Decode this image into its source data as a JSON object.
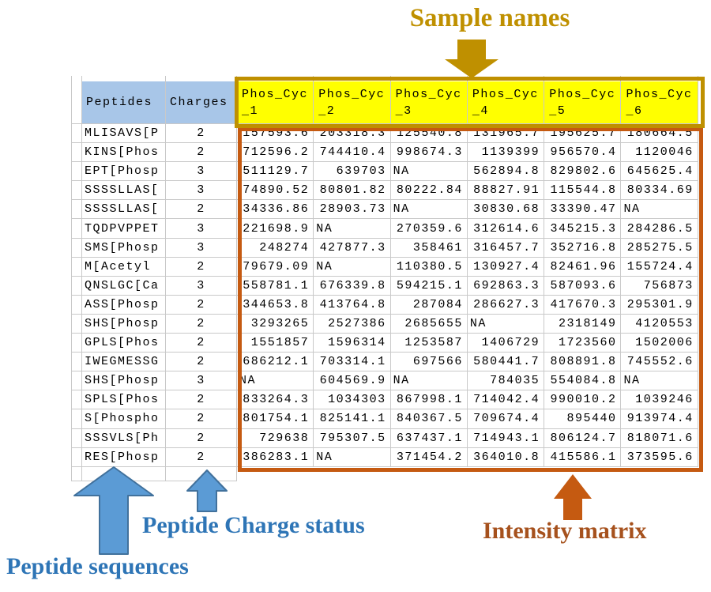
{
  "annotations": {
    "sample_names": "Sample names",
    "peptide_sequences": "Peptide sequences",
    "peptide_charge_status": "Peptide Charge status",
    "intensity_matrix": "Intensity matrix"
  },
  "colors": {
    "gold": "#BF9000",
    "red_orange": "#C55A11",
    "blue_text": "#2E75B6",
    "blue_arrow_fill": "#5B9BD5",
    "blue_arrow_border": "#41719C",
    "header_blue": "#A8C6E8",
    "header_yellow": "#FFFF00",
    "intensity_label_text": "#A6511D"
  },
  "table": {
    "columns": {
      "peptides": "Peptides",
      "charges": "Charges"
    },
    "sample_headers": [
      {
        "line1": "Phos_Cyc",
        "line2": "_1"
      },
      {
        "line1": "Phos_Cyc",
        "line2": "_2"
      },
      {
        "line1": "Phos_Cyc",
        "line2": "_3"
      },
      {
        "line1": "Phos_Cyc",
        "line2": "_4"
      },
      {
        "line1": "Phos_Cyc",
        "line2": "_5"
      },
      {
        "line1": "Phos_Cyc",
        "line2": "_6"
      }
    ],
    "rows": [
      {
        "peptide": "MLISAVS[P",
        "charge": "2",
        "values": [
          "157593.6",
          "203318.3",
          "125540.8",
          "131965.7",
          "195625.7",
          "180664.5"
        ]
      },
      {
        "peptide": "KINS[Phos",
        "charge": "2",
        "values": [
          "712596.2",
          "744410.4",
          "998674.3",
          "1139399",
          "956570.4",
          "1120046"
        ]
      },
      {
        "peptide": "EPT[Phosp",
        "charge": "3",
        "values": [
          "511129.7",
          "639703",
          "NA",
          "562894.8",
          "829802.6",
          "645625.4"
        ]
      },
      {
        "peptide": "SSSSLLAS[",
        "charge": "3",
        "values": [
          "74890.52",
          "80801.82",
          "80222.84",
          "88827.91",
          "115544.8",
          "80334.69"
        ]
      },
      {
        "peptide": "SSSSLLAS[",
        "charge": "2",
        "values": [
          "34336.86",
          "28903.73",
          "NA",
          "30830.68",
          "33390.47",
          "NA"
        ]
      },
      {
        "peptide": "TQDPVPPET",
        "charge": "3",
        "values": [
          "221698.9",
          "NA",
          "270359.6",
          "312614.6",
          "345215.3",
          "284286.5"
        ]
      },
      {
        "peptide": "SMS[Phosp",
        "charge": "3",
        "values": [
          "248274",
          "427877.3",
          "358461",
          "316457.7",
          "352716.8",
          "285275.5"
        ]
      },
      {
        "peptide": "M[Acetyl",
        "charge": "2",
        "values": [
          "79679.09",
          "NA",
          "110380.5",
          "130927.4",
          "82461.96",
          "155724.4"
        ]
      },
      {
        "peptide": "QNSLGC[Ca",
        "charge": "3",
        "values": [
          "558781.1",
          "676339.8",
          "594215.1",
          "692863.3",
          "587093.6",
          "756873"
        ]
      },
      {
        "peptide": "ASS[Phosp",
        "charge": "2",
        "values": [
          "344653.8",
          "413764.8",
          "287084",
          "286627.3",
          "417670.3",
          "295301.9"
        ]
      },
      {
        "peptide": "SHS[Phosp",
        "charge": "2",
        "values": [
          "3293265",
          "2527386",
          "2685655",
          "NA",
          "2318149",
          "4120553"
        ]
      },
      {
        "peptide": "GPLS[Phos",
        "charge": "2",
        "values": [
          "1551857",
          "1596314",
          "1253587",
          "1406729",
          "1723560",
          "1502006"
        ]
      },
      {
        "peptide": "IWEGMESSG",
        "charge": "2",
        "values": [
          "686212.1",
          "703314.1",
          "697566",
          "580441.7",
          "808891.8",
          "745552.6"
        ]
      },
      {
        "peptide": "SHS[Phosp",
        "charge": "3",
        "values": [
          "NA",
          "604569.9",
          "NA",
          "784035",
          "554084.8",
          "NA"
        ]
      },
      {
        "peptide": "SPLS[Phos",
        "charge": "2",
        "values": [
          "833264.3",
          "1034303",
          "867998.1",
          "714042.4",
          "990010.2",
          "1039246"
        ]
      },
      {
        "peptide": "S[Phospho",
        "charge": "2",
        "values": [
          "801754.1",
          "825141.1",
          "840367.5",
          "709674.4",
          "895440",
          "913974.4"
        ]
      },
      {
        "peptide": "SSSVLS[Ph",
        "charge": "2",
        "values": [
          "729638",
          "795307.5",
          "637437.1",
          "714943.1",
          "806124.7",
          "818071.6"
        ]
      },
      {
        "peptide": "RES[Phosp",
        "charge": "2",
        "values": [
          "386283.1",
          "NA",
          "371454.2",
          "364010.8",
          "415586.1",
          "373595.6"
        ]
      }
    ]
  }
}
